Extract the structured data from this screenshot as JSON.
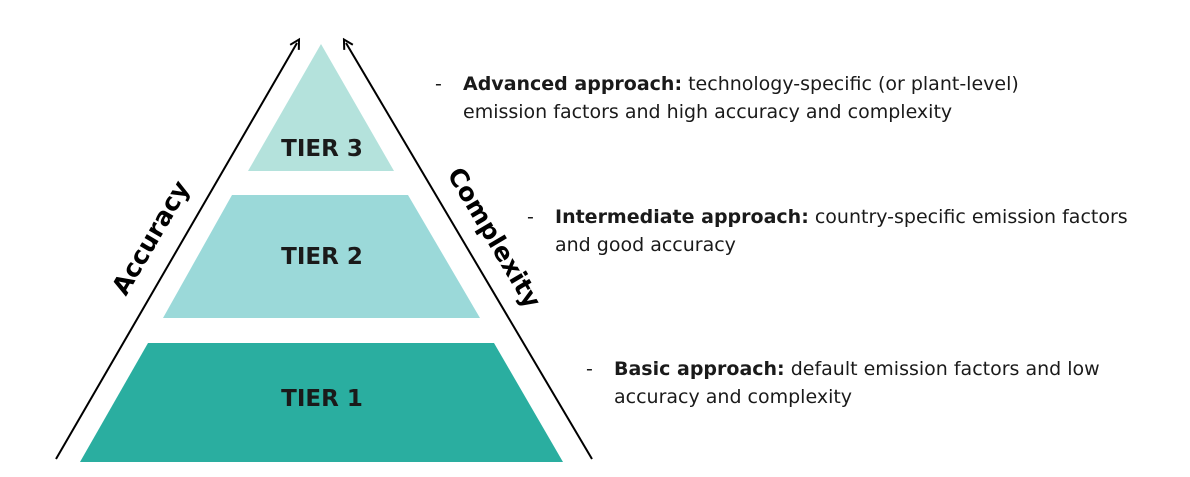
{
  "colors": {
    "tier3": "#b4e2dc",
    "tier2": "#9bd9d9",
    "tier1": "#2aaea0",
    "arrow": "#000000"
  },
  "tiers": [
    {
      "label": "TIER 3"
    },
    {
      "label": "TIER 2"
    },
    {
      "label": "TIER 1"
    }
  ],
  "axes": {
    "left_label": "Accuracy",
    "right_label": "Complexity"
  },
  "descriptions": [
    {
      "dash": "-",
      "bold": "Advanced approach:",
      "line1": " technology-specific (or plant-level)",
      "line2": "emission factors and high accuracy and complexity"
    },
    {
      "dash": "-",
      "bold": "Intermediate approach:",
      "line1": " country-specific emission factors",
      "line2": "and good accuracy"
    },
    {
      "dash": "-",
      "bold": "Basic approach:",
      "line1": " default emission factors and low",
      "line2": "accuracy and complexity"
    }
  ]
}
